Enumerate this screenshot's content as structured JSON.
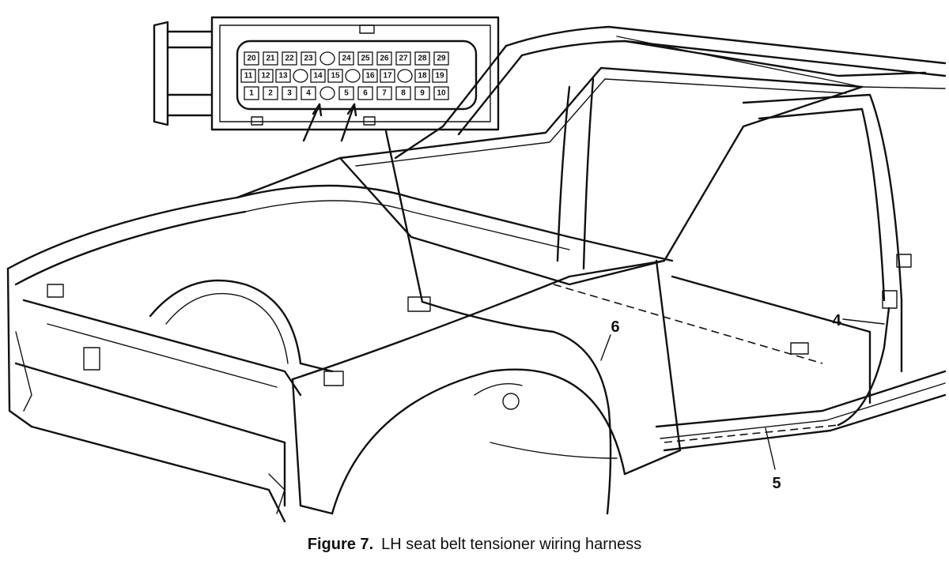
{
  "caption": {
    "figure_number": "Figure 7.",
    "title": "LH seat belt tensioner wiring harness"
  },
  "callouts": [
    "4",
    "5",
    "6"
  ],
  "connector_pins": {
    "row_top": [
      "20",
      "21",
      "22",
      "23",
      "",
      "24",
      "25",
      "26",
      "27",
      "28",
      "29"
    ],
    "row_middle": [
      "11",
      "12",
      "13",
      "",
      "14",
      "15",
      "",
      "16",
      "17",
      "",
      "18",
      "19"
    ],
    "row_bottom": [
      "1",
      "2",
      "3",
      "4",
      "",
      "5",
      "6",
      "7",
      "8",
      "9",
      "10"
    ]
  }
}
